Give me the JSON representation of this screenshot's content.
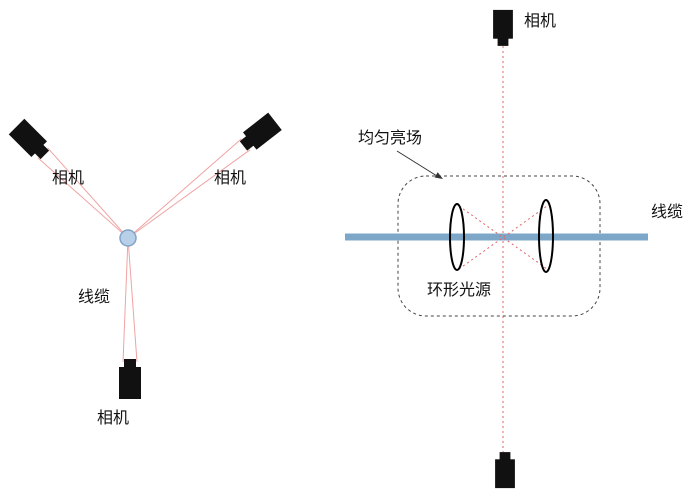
{
  "left": {
    "camera_top_left_label": "相机",
    "camera_top_right_label": "相机",
    "camera_bottom_label": "相机",
    "cable_label": "线缆"
  },
  "right": {
    "camera_top_label": "相机",
    "uniform_bright_field_label": "均匀亮场",
    "ring_light_label": "环形光源",
    "cable_label": "线缆"
  },
  "colors": {
    "camera": "#111111",
    "beam": "#f0a3a3",
    "cable": "#7da7c9",
    "target_fill": "#b7d0e8",
    "target_stroke": "#7fa3c8",
    "axis_red": "#e06666",
    "enclosure": "#444444",
    "text": "#111111"
  }
}
